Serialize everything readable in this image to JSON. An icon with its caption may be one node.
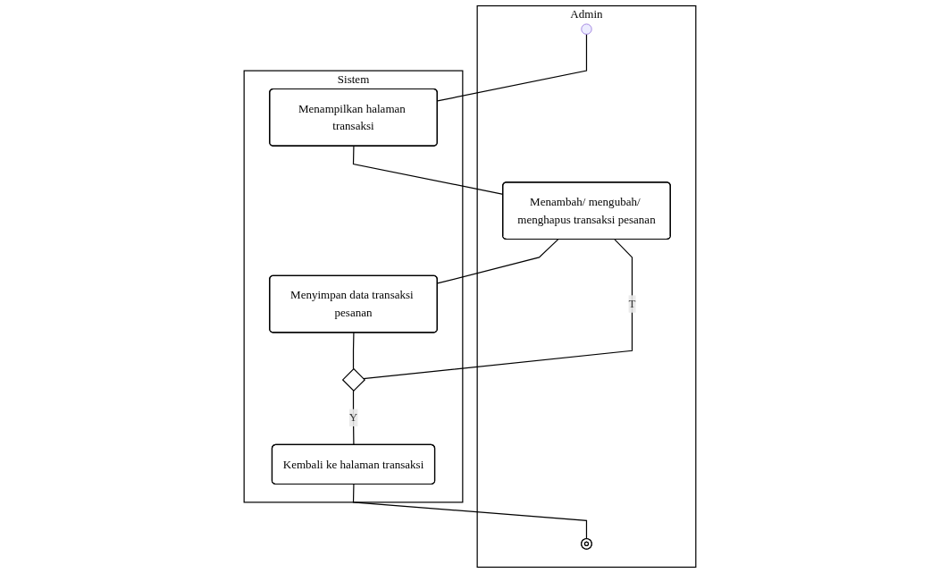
{
  "diagram": {
    "nodes": [
      {
        "text": [
          "Admin"
        ]
      },
      {
        "text": [
          "Sistem"
        ]
      },
      {
        "text": [],
        "shape": "circle",
        "in": 0
      },
      {
        "text": [
          "Menampilkan halaman transaksi"
        ],
        "in": 1
      },
      {
        "text": [
          "Menambah/ mengubah/ menghapus transaksi pesanan"
        ],
        "in": 0
      },
      {
        "text": [
          "Menyimpan data transaksi pesanan"
        ],
        "in": 1
      },
      {
        "text": [],
        "shape": "diamond",
        "in": 1
      },
      {
        "text": [
          "Kembali ke halaman transaksi"
        ],
        "in": 1
      },
      {
        "text": [],
        "shape": "circle",
        "in": 0
      }
    ],
    "edges": [
      {
        "from": 2,
        "to": 3,
        "arrow": "none"
      },
      {
        "from": 3,
        "to": 4,
        "arrow": "none"
      },
      {
        "from": 4,
        "to": 5,
        "arrow": "none"
      },
      {
        "from": 5,
        "to": 6,
        "arrow": "none"
      },
      {
        "from": 6,
        "to": 4,
        "label": "T",
        "arrow": "none"
      },
      {
        "from": 6,
        "to": 7,
        "label": "Y",
        "arrow": "none"
      },
      {
        "from": 7,
        "to": 8,
        "arrow": "none"
      }
    ]
  }
}
